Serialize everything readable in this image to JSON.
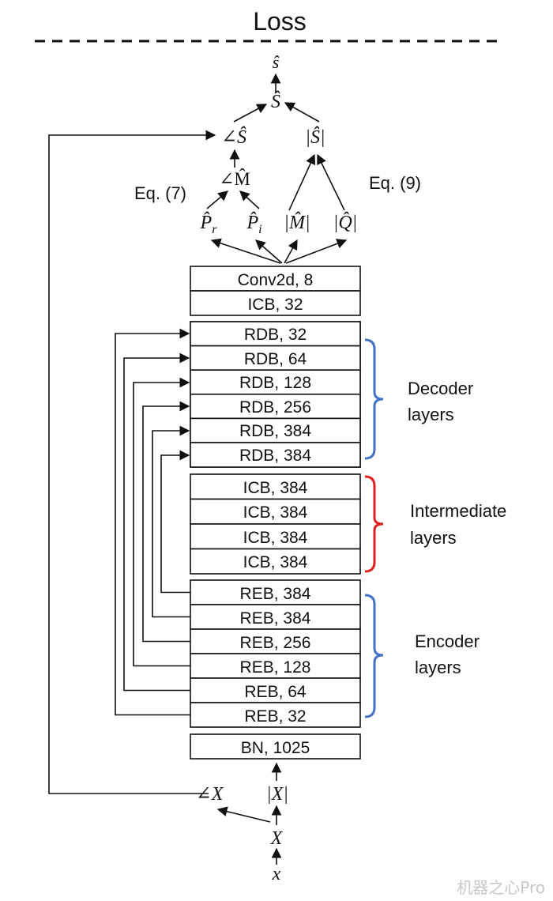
{
  "loss_label": "Loss",
  "math": {
    "s_hat": "ŝ",
    "S_hat": "Ŝ",
    "phase_S_hat": "∠Ŝ",
    "mag_S_hat": "|Ŝ|",
    "phase_M_hat": "∠M̂",
    "P_r_hat": "P̂",
    "P_r_sub": "r",
    "P_i_hat": "P̂",
    "P_i_sub": "i",
    "mag_M_hat": "|M̂|",
    "mag_Q_hat": "|Q̂|",
    "phase_X": "∠X",
    "mag_X": "|X|",
    "X": "X",
    "x": "x"
  },
  "equations": {
    "eq7": "Eq. (7)",
    "eq9": "Eq. (9)"
  },
  "head_blocks": [
    "Conv2d, 8",
    "ICB, 32"
  ],
  "decoder_blocks": [
    "RDB, 32",
    "RDB, 64",
    "RDB, 128",
    "RDB, 256",
    "RDB, 384",
    "RDB, 384"
  ],
  "intermediate_blocks": [
    "ICB, 384",
    "ICB, 384",
    "ICB, 384",
    "ICB, 384"
  ],
  "encoder_blocks": [
    "REB, 384",
    "REB, 384",
    "REB, 256",
    "REB, 128",
    "REB, 64",
    "REB, 32"
  ],
  "bottom_block": "BN, 1025",
  "groups": {
    "decoder": [
      "Decoder",
      "layers"
    ],
    "intermediate": [
      "Intermediate",
      "layers"
    ],
    "encoder": [
      "Encoder",
      "layers"
    ]
  },
  "colors": {
    "decoder_bracket": "#4472c4",
    "intermediate_bracket": "#e02020",
    "encoder_bracket": "#4472c4"
  },
  "watermark": "机器之心Pro"
}
